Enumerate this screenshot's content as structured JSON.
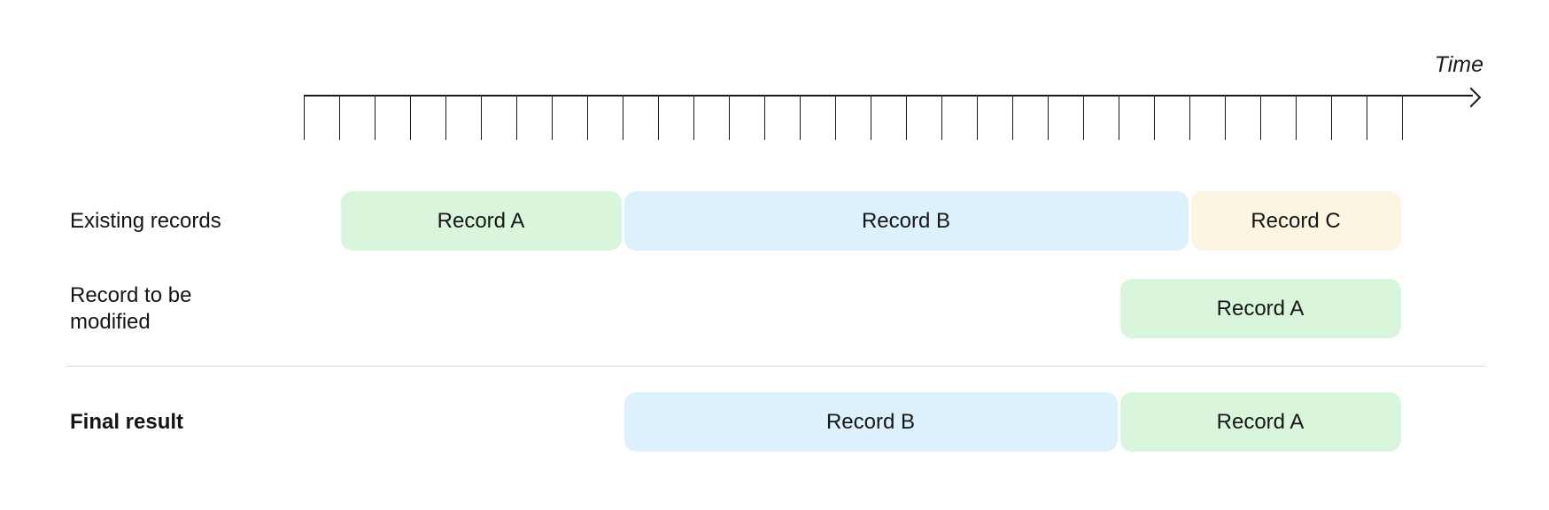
{
  "axis": {
    "label": "Time",
    "tick_count": 32
  },
  "colors": {
    "green": "#d9f6dd",
    "blue": "#dcf1fc",
    "yellow": "#fcf5e1"
  },
  "rows": [
    {
      "id": "existing",
      "label": "Existing records",
      "bold": false,
      "blocks": [
        {
          "label": "Record A",
          "color": "green",
          "start": 1,
          "span": 8
        },
        {
          "label": "Record B",
          "color": "blue",
          "start": 9,
          "span": 16
        },
        {
          "label": "Record C",
          "color": "yellow",
          "start": 25,
          "span": 6
        }
      ]
    },
    {
      "id": "to-modify",
      "label": "Record to be modified",
      "bold": false,
      "blocks": [
        {
          "label": "Record A",
          "color": "green",
          "start": 23,
          "span": 8
        }
      ]
    },
    {
      "id": "final",
      "label": "Final result",
      "bold": true,
      "blocks": [
        {
          "label": "Record B",
          "color": "blue",
          "start": 9,
          "span": 14
        },
        {
          "label": "Record A",
          "color": "green",
          "start": 23,
          "span": 8
        }
      ]
    }
  ]
}
